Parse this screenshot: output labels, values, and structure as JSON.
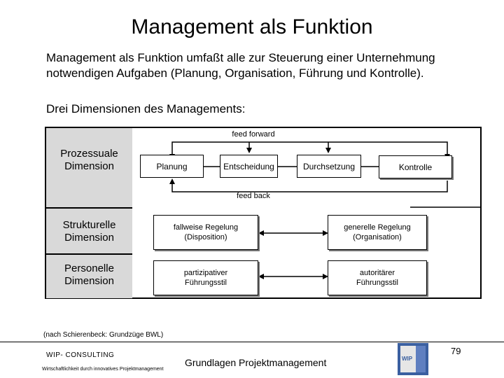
{
  "slide": {
    "title": "Management als Funktion",
    "intro_line1": "Management als Funktion umfaßt alle zur Steuerung einer Unternehmung",
    "intro_line2": "notwendigen Aufgaben (Planung, Organisation, Führung und Kontrolle).",
    "subheading": "Drei Dimensionen des Managements:"
  },
  "diagram": {
    "dimensions": {
      "process_line1": "Prozessuale",
      "process_line2": "Dimension",
      "structural_line1": "Strukturelle",
      "structural_line2": "Dimension",
      "personal_line1": "Personelle",
      "personal_line2": "Dimension"
    },
    "feed_forward": "feed forward",
    "feed_back": "feed back",
    "process_steps": [
      "Planung",
      "Entscheidung",
      "Durchsetzung",
      "Kontrolle"
    ],
    "structural": {
      "left_line1": "fallweise Regelung",
      "left_line2": "(Disposition)",
      "right_line1": "generelle Regelung",
      "right_line2": "(Organisation)"
    },
    "personal": {
      "left_line1": "partizipativer",
      "left_line2": "Führungsstil",
      "right_line1": "autoritärer",
      "right_line2": "Führungsstil"
    }
  },
  "source_note": "(nach Schierenbeck: Grundzüge BWL)",
  "footer": {
    "org": "WIP- CONSULTING",
    "tagline": "Wirtschaftlichkeit durch innovatives Projektmanagement",
    "course": "Grundlagen Projektmanagement",
    "page_number": "79",
    "logo_text": "WIP"
  }
}
